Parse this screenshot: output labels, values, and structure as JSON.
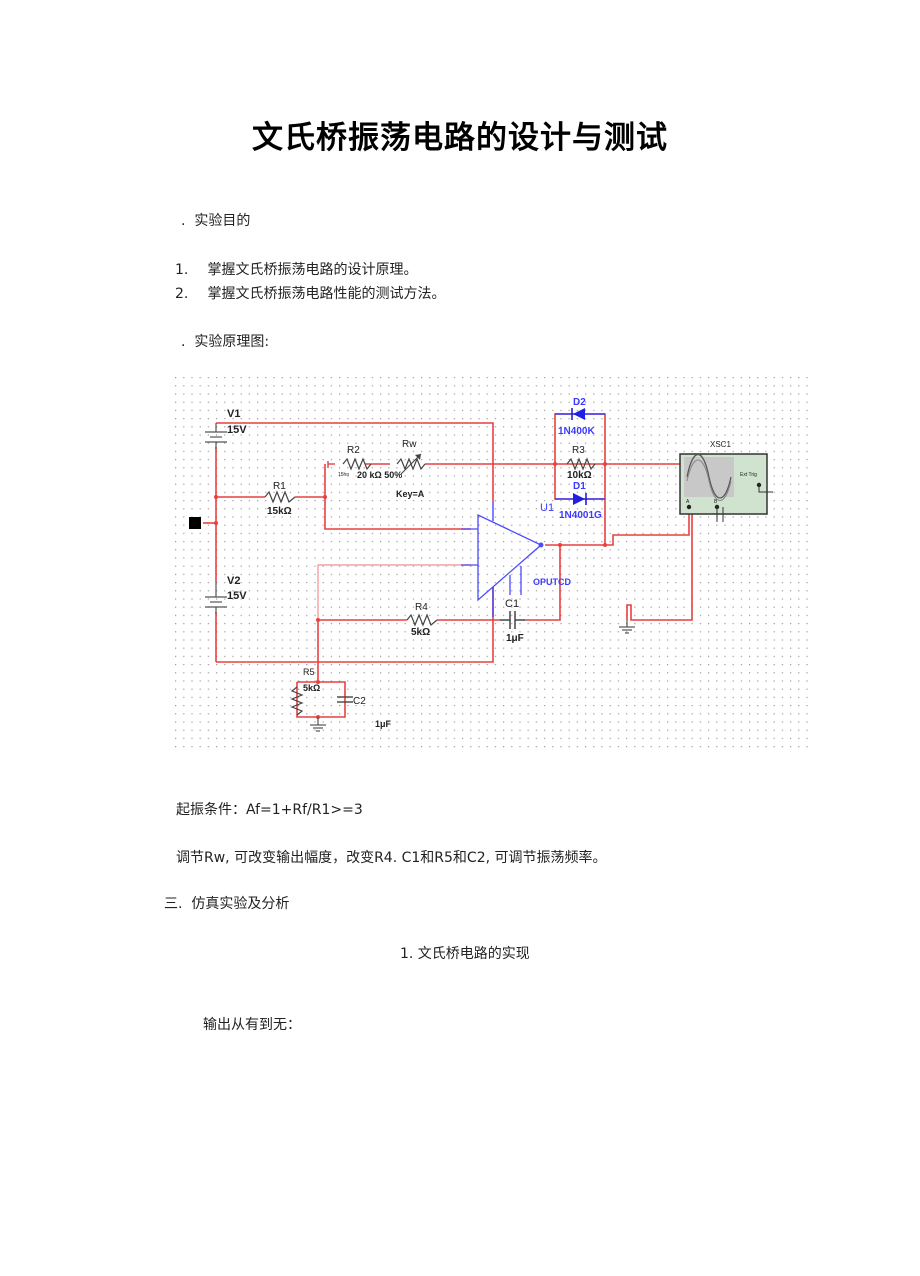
{
  "doc": {
    "title": "文氏桥振荡电路的设计与测试",
    "section1": {
      "marker": ".",
      "heading": "实验目的"
    },
    "objectives": [
      {
        "num": "1.",
        "text": "掌握文氏桥振荡电路的设计原理。"
      },
      {
        "num": "2.",
        "text": "掌握文氏桥振荡电路性能的测试方法。"
      }
    ],
    "section2": {
      "marker": ".",
      "heading": "实验原理图:"
    },
    "oscillation_condition": "起振条件：Af=1+Rf/R1>=3",
    "adjust_note": "调节Rw, 可改变输出幅度，改变R4. C1和R5和C2, 可调节振荡频率。",
    "section3": {
      "marker": "三.",
      "heading": "仿真实验及分析"
    },
    "sub1": "1. 文氏桥电路的实现",
    "output_note": "输出从有到无："
  },
  "schematic": {
    "colors": {
      "wire": "#e8413f",
      "wire_light": "#f4a0a0",
      "component": "#3a3aff",
      "label": "#222222",
      "grid": "#9a9a9a",
      "scope_bg": "#cfe3cf"
    },
    "components": {
      "V1": {
        "name": "V1",
        "value": "15V"
      },
      "V2": {
        "name": "V2",
        "value": "15V"
      },
      "R1": {
        "name": "R1",
        "value": "15kΩ"
      },
      "R2": {
        "name": "R2",
        "value_prefix": "15hn",
        "value": "20 kΩ 50%"
      },
      "Rw": {
        "name": "Rw",
        "key": "Key=A"
      },
      "R3": {
        "name": "R3",
        "value": "10kΩ"
      },
      "D1": {
        "name": "D1",
        "value": "1N4001G"
      },
      "D2": {
        "name": "D2",
        "value": "1N400K"
      },
      "U1": {
        "name": "U1",
        "value": "OPUTCD"
      },
      "R4": {
        "name": "R4",
        "value": "5kΩ"
      },
      "C1": {
        "name": "C1",
        "value": "1μF"
      },
      "R5": {
        "name": "R5",
        "value": "5kΩ"
      },
      "C2": {
        "name": "C2",
        "value": "1μF"
      },
      "XSC1": {
        "name": "XSC1",
        "ext_trig": "Ext Trig",
        "ch_a": "A",
        "ch_b": "B"
      }
    }
  }
}
